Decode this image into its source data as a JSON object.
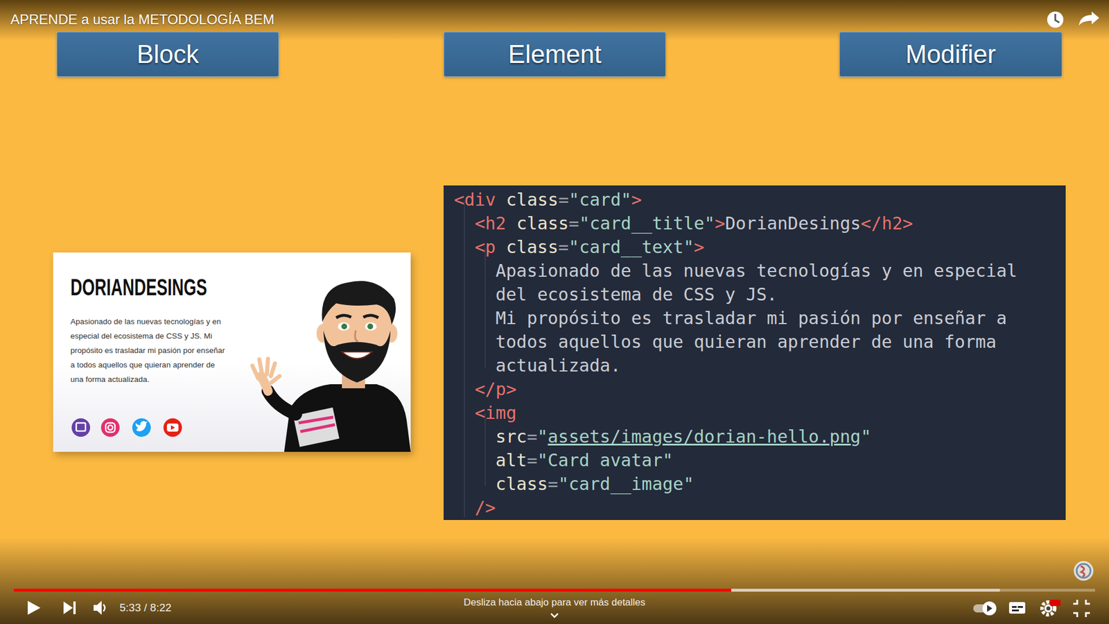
{
  "diagram": {
    "title": "APRENDE a usar la METODOLOGÍA BEM",
    "nodes": [
      {
        "text": [
          "Block"
        ]
      },
      {
        "text": [
          "Element"
        ]
      },
      {
        "text": [
          "Modifier"
        ]
      },
      {
        "text": [
          "DORIANDESINGS",
          "Apasionado de las nuevas tecnologías y en especial del ecosistema de CSS y JS. Mi propósito es trasladar mi pasión por enseñar a todos aquellos que quieran aprender de una forma actualizada."
        ]
      },
      {
        "text": [
          "<div class=\"card\">",
          "<h2 class=\"card__title\">DorianDesings</h2>",
          "<p class=\"card__text\">",
          "Apasionado de las nuevas tecnologías y en especial",
          "del ecosistema de CSS y JS.",
          "Mi propósito es trasladar mi pasión por enseñar a",
          "todos aquellos que quieran aprender de una forma",
          "actualizada.",
          "</p>",
          "<img",
          "src=\"assets/images/dorian-hello.png\"",
          "alt=\"Card avatar\"",
          "class=\"card__image\"",
          "/>"
        ]
      }
    ],
    "labels": [
      "5:33 / 8:22",
      "Desliza hacia abajo para ver más detalles"
    ]
  }
}
